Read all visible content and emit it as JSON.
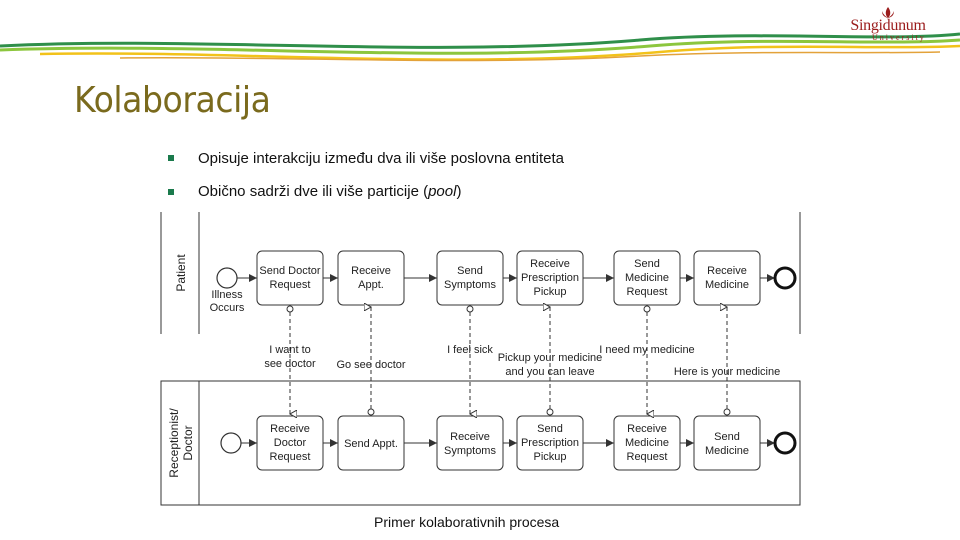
{
  "logo": {
    "name": "Singidunum",
    "sub": "University"
  },
  "slide": {
    "title": "Kolaboracija",
    "bullets": [
      {
        "pre": "Opisuje interakciju između dva ili više poslovna entiteta",
        "em": "",
        "post": ""
      },
      {
        "pre": "Obično sadrži dve ili više particije (",
        "em": "pool",
        "post": ")"
      }
    ],
    "caption": "Primer kolaborativnih procesa"
  },
  "diagram": {
    "pools": {
      "patient": "Patient",
      "receptionist": [
        "Receptionist/",
        "Doctor"
      ]
    },
    "patient_tasks": [
      [
        "Send Doctor",
        "Request"
      ],
      [
        "Receive",
        "Appt."
      ],
      [
        "Send",
        "Symptoms"
      ],
      [
        "Receive",
        "Prescription",
        "Pickup"
      ],
      [
        "Send",
        "Medicine",
        "Request"
      ],
      [
        "Receive",
        "Medicine"
      ]
    ],
    "doctor_tasks": [
      [
        "Receive",
        "Doctor",
        "Request"
      ],
      [
        "Send Appt."
      ],
      [
        "Receive",
        "Symptoms"
      ],
      [
        "Send",
        "Prescription",
        "Pickup"
      ],
      [
        "Receive",
        "Medicine",
        "Request"
      ],
      [
        "Send",
        "Medicine"
      ]
    ],
    "start_event_label": [
      "Illness",
      "Occurs"
    ],
    "messages": {
      "m1": [
        "I want to",
        "see doctor"
      ],
      "m2": "Go see doctor",
      "m3": "I feel sick",
      "m4": [
        "Pickup your medicine",
        "and you can leave"
      ],
      "m5": "I need my medicine",
      "m6": "Here is your medicine"
    }
  }
}
